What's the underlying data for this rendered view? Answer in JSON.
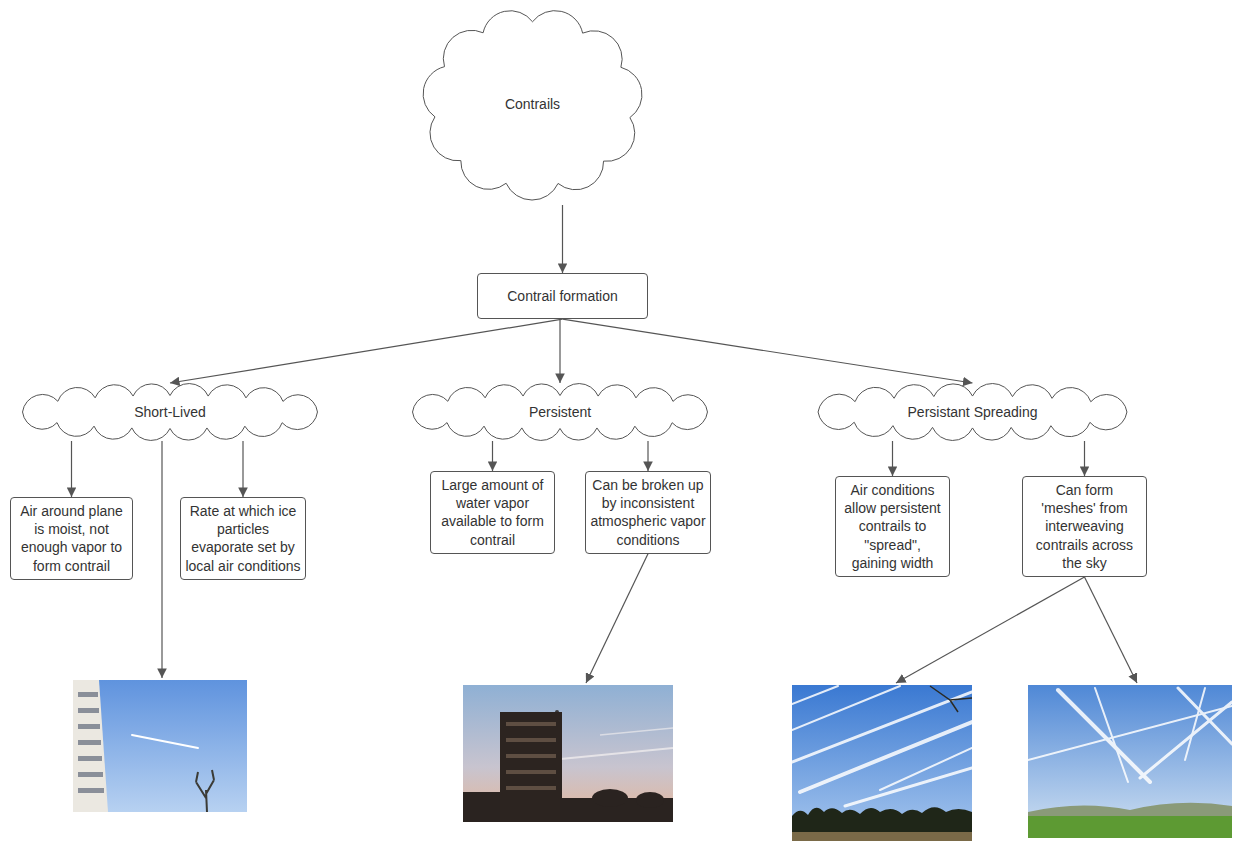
{
  "diagram": {
    "nodes": [
      {
        "text": [
          "Contrails"
        ]
      },
      {
        "text": [
          "Contrail formation"
        ]
      },
      {
        "text": [
          "Short-Lived"
        ]
      },
      {
        "text": [
          "Persistent"
        ]
      },
      {
        "text": [
          "Persistant Spreading"
        ]
      },
      {
        "text": [
          "Air around plane is moist, not enough vapor to form contrail"
        ]
      },
      {
        "text": [
          "Rate at which ice particles evaporate set by local air conditions"
        ]
      },
      {
        "text": [
          "Large amount of water vapor available to form contrail"
        ]
      },
      {
        "text": [
          "Can be broken up by inconsistent atmospheric vapor conditions"
        ]
      },
      {
        "text": [
          "Air conditions allow persistent contrails to \"spread\", gaining width"
        ]
      },
      {
        "text": [
          "Can form 'meshes' from interweaving contrails across the sky"
        ]
      }
    ],
    "edges": [
      {
        "from": 0,
        "to": 1,
        "arrow": "to"
      },
      {
        "from": 1,
        "to": 2,
        "arrow": "to"
      },
      {
        "from": 1,
        "to": 3,
        "arrow": "to"
      },
      {
        "from": 1,
        "to": 4,
        "arrow": "to"
      },
      {
        "from": 2,
        "to": 5,
        "arrow": "to"
      },
      {
        "from": 2,
        "to": 6,
        "arrow": "to"
      },
      {
        "from": 3,
        "to": 7,
        "arrow": "to"
      },
      {
        "from": 3,
        "to": 8,
        "arrow": "to"
      },
      {
        "from": 4,
        "to": 9,
        "arrow": "to"
      },
      {
        "from": 4,
        "to": 10,
        "arrow": "to"
      }
    ]
  }
}
